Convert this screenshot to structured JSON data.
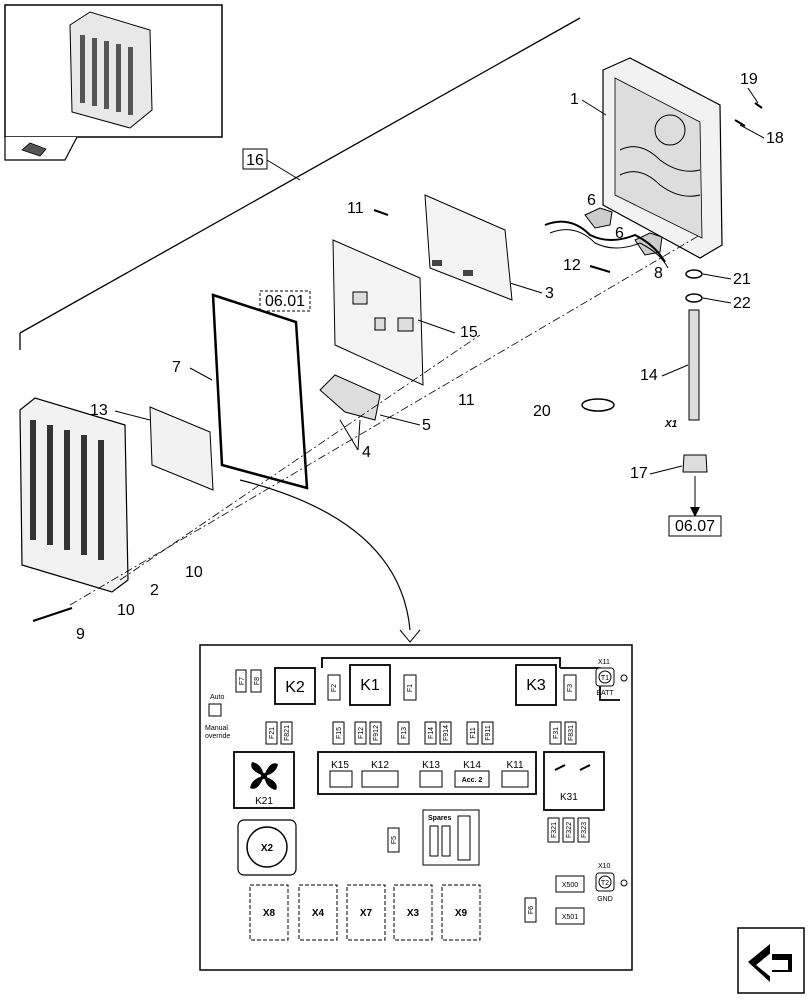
{
  "callouts": {
    "c1": "1",
    "c2": "2",
    "c3": "3",
    "c4": "4",
    "c5": "5",
    "c6a": "6",
    "c6b": "6",
    "c7": "7",
    "c8": "8",
    "c9": "9",
    "c10a": "10",
    "c10b": "10",
    "c11a": "11",
    "c11b": "11",
    "c12": "12",
    "c13": "13",
    "c14": "14",
    "c15": "15",
    "c16": "16",
    "c17": "17",
    "c18": "18",
    "c19": "19",
    "c20": "20",
    "c21": "21",
    "c22": "22",
    "x1": "X1"
  },
  "refs": {
    "ref_0601": "06.01",
    "ref_0607": "06.07"
  },
  "panel": {
    "relays": {
      "k1": "K1",
      "k2": "K2",
      "k3": "K3",
      "k21": "K21",
      "k31": "K31",
      "k15": "K15",
      "k12": "K12",
      "k13": "K13",
      "k14": "K14",
      "k11": "K11",
      "acc2": "Acc. 2"
    },
    "fuses": {
      "f7": "F7",
      "f8": "F8",
      "f2": "F2",
      "f1": "F1",
      "f3": "F3",
      "f21": "F21",
      "f821": "F821",
      "f15": "F15",
      "f12": "F12",
      "f912": "F912",
      "f13": "F13",
      "f14": "F14",
      "f914": "F914",
      "f11": "F11",
      "f911": "F911",
      "f31": "F31",
      "f831": "F831",
      "f5": "F5",
      "f6": "F6",
      "f321": "F321",
      "f322": "F322",
      "f323": "F323"
    },
    "auto": "Auto",
    "manual_override_1": "Manual",
    "manual_override_2": "override",
    "x11": "X11",
    "t1": "T1",
    "batt": "BATT",
    "x10": "X10",
    "t2": "T2",
    "gnd": "GND",
    "spares": "Spares",
    "x2": "X2",
    "x8": "X8",
    "x4": "X4",
    "x7": "X7",
    "x3": "X3",
    "x9": "X9",
    "x500": "X500",
    "x501": "X501"
  }
}
